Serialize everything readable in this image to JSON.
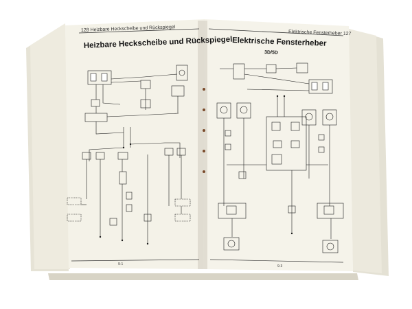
{
  "left_page": {
    "running_header": "128  Heizbare Heckscheibe und Rückspiegel",
    "title": "Heizbare Heckscheibe und Rückspiegel",
    "footer_page": "9-1"
  },
  "right_page": {
    "running_header": "Elektrische Fensterheber  127",
    "title": "Elektrische Fensterheber",
    "subtitle": "3D/5D",
    "footer_page": "9-3"
  }
}
